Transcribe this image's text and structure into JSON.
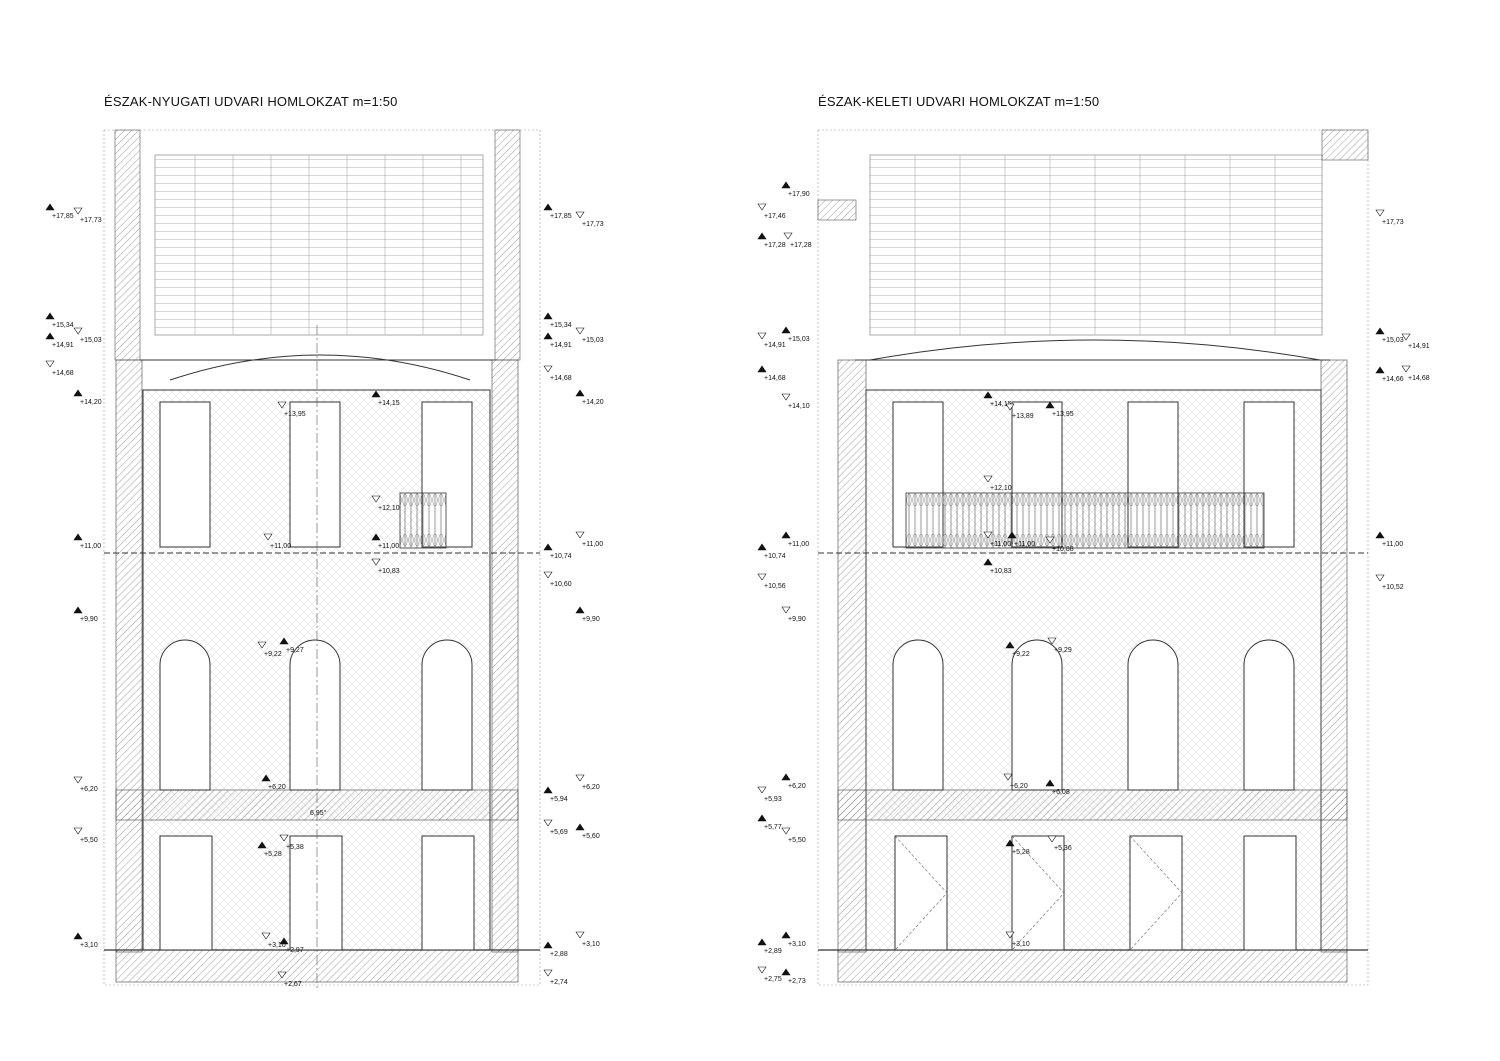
{
  "left_elevation": {
    "title": "ÉSZAK-NYUGATI UDVARI HOMLOKZAT m=1:50",
    "levels": [
      "+17,85",
      "+17,73",
      "+15,34",
      "+15,03",
      "+14,91",
      "+14,68",
      "+14,20",
      "+13,95",
      "+14,15",
      "+12,10",
      "+11,00",
      "+11,00",
      "+11,00",
      "+10,83",
      "+9,90",
      "+9,22",
      "+9,27",
      "+6,20",
      "+6,20",
      "+5,50",
      "+5,28",
      "+5,38",
      "+3,10",
      "+3,10",
      "+2,97",
      "+2,67",
      "+17,85",
      "+17,73",
      "+15,34",
      "+15,03",
      "+14,91",
      "+14,68",
      "+14,20",
      "+11,00",
      "+10,74",
      "+10,60",
      "+9,90",
      "+6,20",
      "+5,94",
      "+5,69",
      "+5,60",
      "+3,10",
      "+2,88",
      "+2,74"
    ],
    "annotation": "6,95°"
  },
  "right_elevation": {
    "title": "ÉSZAK-KELETI UDVARI HOMLOKZAT m=1:50",
    "levels": [
      "+17,90",
      "+17,46",
      "+17,28",
      "+17,28",
      "+15,03",
      "+14,91",
      "+14,68",
      "+14,10",
      "+14,15",
      "+13,89",
      "+13,95",
      "+12,10",
      "+11,00",
      "+11,00",
      "+11,00",
      "+10,88",
      "+10,74",
      "+10,56",
      "+10,83",
      "+9,90",
      "+9,22",
      "+9,29",
      "+6,20",
      "+6,20",
      "+6,08",
      "+5,93",
      "+5,77",
      "+5,50",
      "+5,28",
      "+5,36",
      "+3,10",
      "+3,10",
      "+2,89",
      "+2,75",
      "+2,73",
      "+17,73",
      "+15,03",
      "+14,91",
      "+14,66",
      "+14,68",
      "+11,00",
      "+10,52"
    ]
  }
}
